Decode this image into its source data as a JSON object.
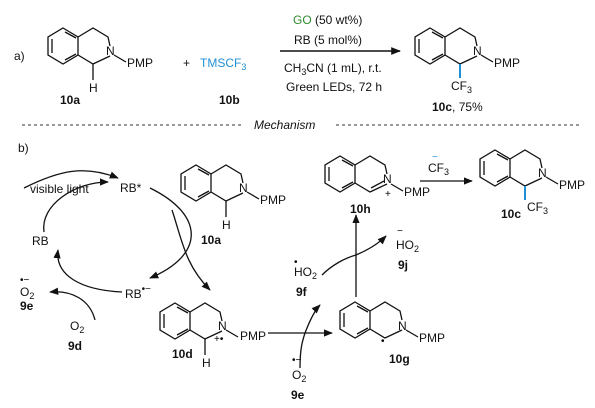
{
  "colors": {
    "text": "#111111",
    "go": "#2e8b2e",
    "cf3": "#1f8fd6",
    "background": "#ffffff"
  },
  "part_a": {
    "panel_label": "a)",
    "compound_10a": {
      "label": "10a",
      "substituent": "PMP",
      "n": "N",
      "h": "H"
    },
    "plus": "+",
    "reagent_10b": {
      "formula": "TMSCF3",
      "label": "10b"
    },
    "conditions_above": [
      {
        "text": "GO (50 wt%)"
      },
      {
        "text": "RB (5 mol%)"
      }
    ],
    "conditions_below": [
      {
        "text": "CH3CN (1 mL), r.t."
      },
      {
        "text": "Green LEDs, 72 h"
      }
    ],
    "product_10c": {
      "label": "10c",
      "yield": ", 75%",
      "substituent": "PMP",
      "group": "CF3",
      "n": "N"
    }
  },
  "divider": {
    "title": "Mechanism"
  },
  "part_b": {
    "panel_label": "b)",
    "visible_light": "visible light",
    "rb_star": "RB*",
    "rb": "RB",
    "rb_radical_anion": "RB",
    "superoxide_left": {
      "text": "O2",
      "label": "9e"
    },
    "oxygen": {
      "text": "O2",
      "label": "9d"
    },
    "compound_10a": {
      "label": "10a",
      "substituent": "PMP",
      "n": "N",
      "h": "H"
    },
    "compound_10d": {
      "label": "10d",
      "substituent": "PMP",
      "n": "N",
      "h": "H"
    },
    "superoxide_bottom": {
      "text": "O2",
      "label": "9e"
    },
    "hydroperoxyl_9f": {
      "text": "HO2",
      "label": "9f"
    },
    "hydroperoxide_9j": {
      "text": "HO2",
      "label": "9j"
    },
    "compound_10g": {
      "label": "10g",
      "substituent": "PMP",
      "n": "N"
    },
    "compound_10h": {
      "label": "10h",
      "substituent": "PMP",
      "n": "N"
    },
    "cf3_anion": "CF3",
    "product_10c": {
      "label": "10c",
      "substituent": "PMP",
      "group": "CF3",
      "n": "N"
    }
  }
}
